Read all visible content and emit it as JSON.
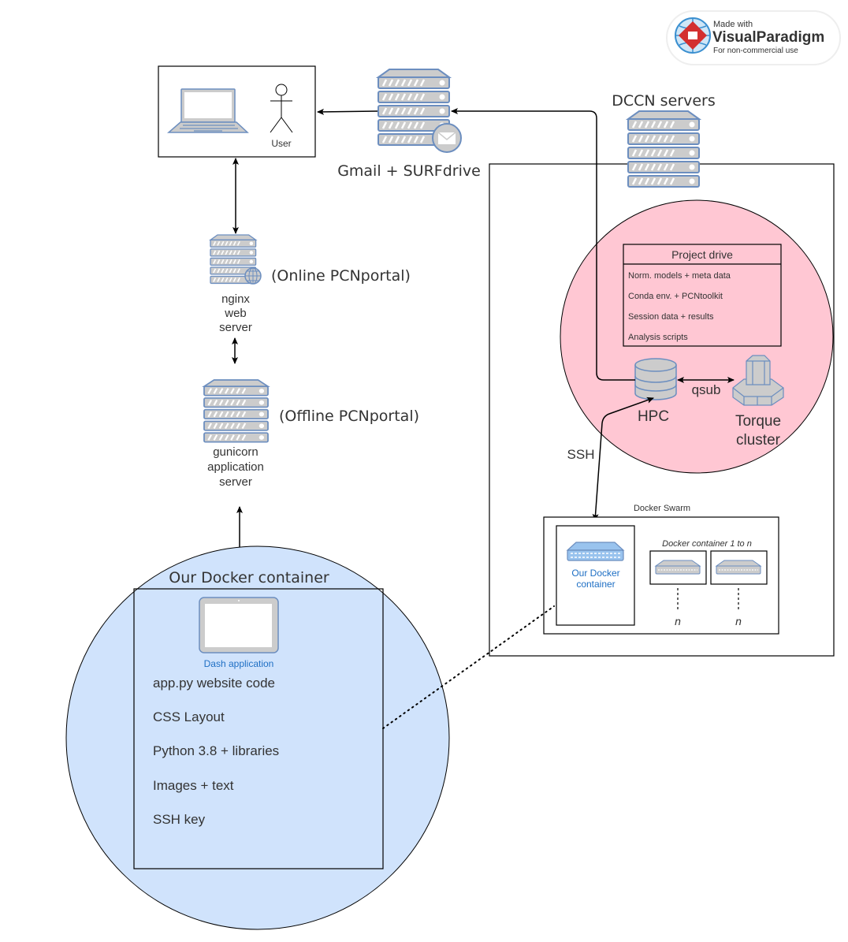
{
  "watermark": {
    "line1": "Made with",
    "line2a": "Visual",
    "line2b": "Paradigm",
    "line3": "For non-commercial use"
  },
  "user_box": {
    "user_label": "User"
  },
  "mail_server": {
    "label": "Gmail + SURFdrive"
  },
  "nginx": {
    "side_label": "(Online PCNportal)",
    "label_lines": [
      "nginx",
      "web",
      "server"
    ]
  },
  "gunicorn": {
    "side_label": "(Offline PCNportal)",
    "label_lines": [
      "gunicorn",
      "application",
      "server"
    ]
  },
  "dccn": {
    "title": "DCCN servers",
    "project_drive": {
      "title": "Project drive",
      "items": [
        "Norm. models + meta data",
        "Conda env. + PCNtoolkit",
        "Session data + results",
        "Analysis scripts"
      ]
    },
    "hpc_label": "HPC",
    "qsub_label": "qsub",
    "torque_label_lines": [
      "Torque",
      "cluster"
    ],
    "ssh_label": "SSH",
    "swarm": {
      "title": "Docker Swarm",
      "our_container_lines": [
        "Our Docker",
        "container"
      ],
      "others_title": "Docker container 1 to n",
      "n_label": "n"
    }
  },
  "docker_container": {
    "title": "Our Docker container",
    "app_label": "Dash application",
    "items": [
      "app.py website code",
      "CSS Layout",
      "Python 3.8 + libraries",
      "Images + text",
      "SSH key"
    ]
  },
  "colors": {
    "pink_fill": "#ffc7d3",
    "blue_fill": "#d0e3fc",
    "icon_blue": "#6c8ebf",
    "icon_gray": "#cccccc",
    "label_blue": "#1e6fc4"
  }
}
